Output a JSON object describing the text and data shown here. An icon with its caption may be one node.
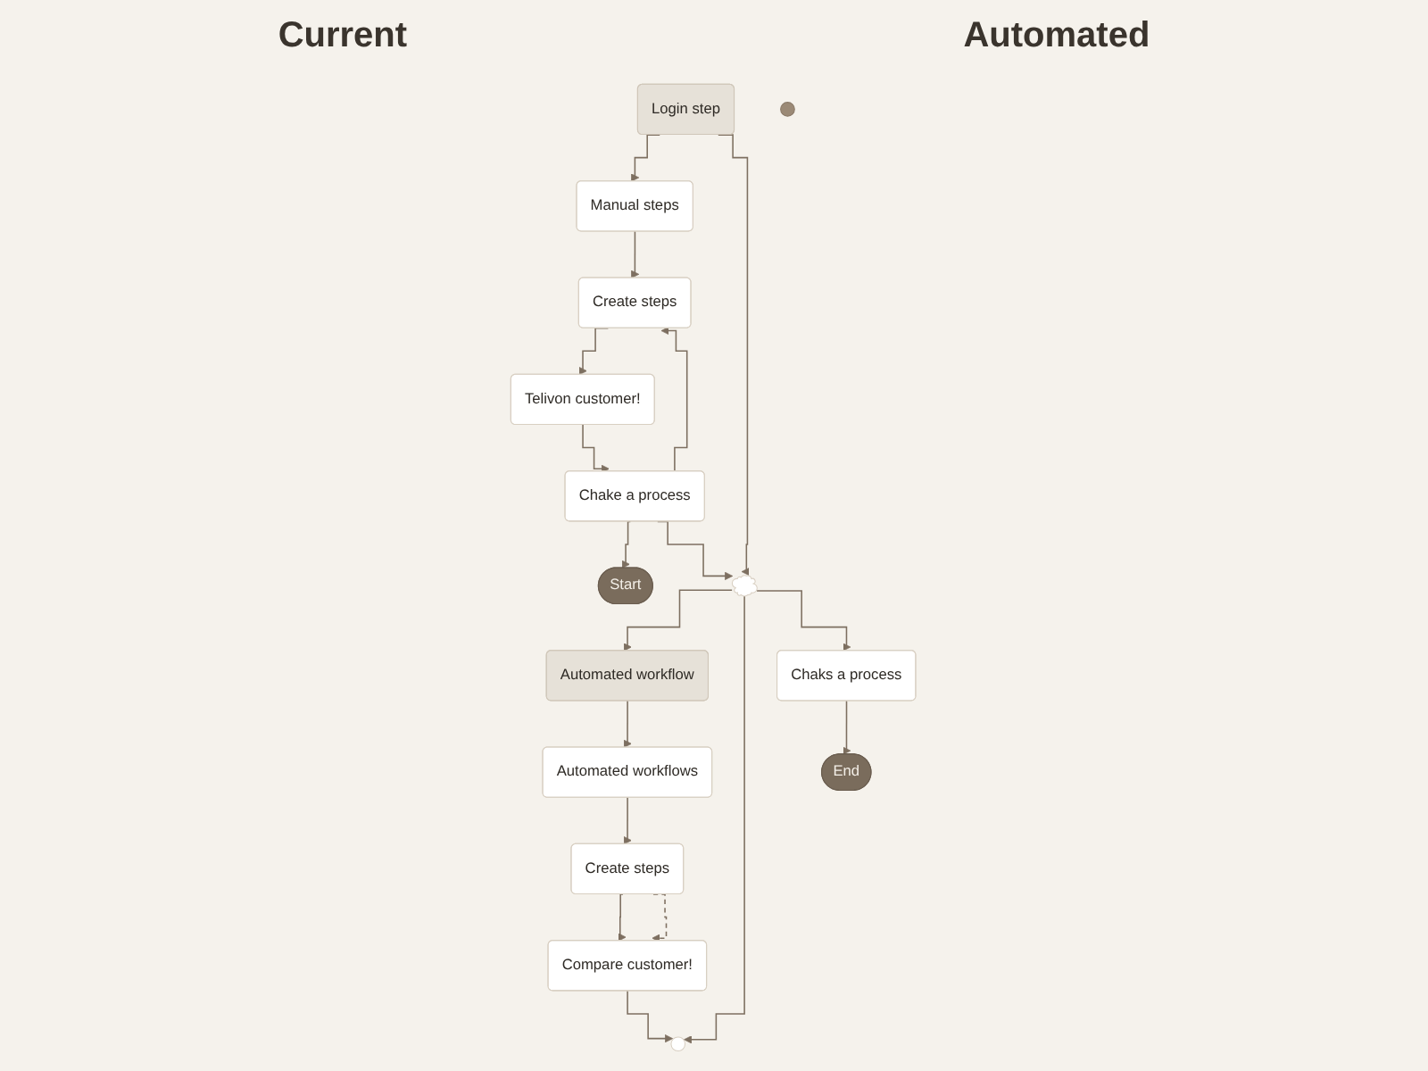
{
  "diagram": {
    "nodes": [
      {
        "text": [
          "Login step"
        ]
      },
      {
        "text": [
          "Manual steps"
        ]
      },
      {
        "text": [
          "Create steps"
        ]
      },
      {
        "text": [
          "Telivon customer!"
        ]
      },
      {
        "text": [
          "Chake a process"
        ]
      },
      {
        "text": [
          "Start"
        ]
      },
      {
        "text": [],
        "shape": "cloud"
      },
      {
        "text": [
          "Automated workflow"
        ]
      },
      {
        "text": [
          "Automated workflows"
        ]
      },
      {
        "text": [
          "Create steps"
        ]
      },
      {
        "text": [
          "Compare customer!"
        ]
      },
      {
        "text": [],
        "shape": "circle"
      },
      {
        "text": [
          "Chaks a process"
        ]
      },
      {
        "text": [
          "End"
        ]
      },
      {
        "text": [],
        "shape": "circle"
      }
    ],
    "edges": [
      {
        "from": 0,
        "to": 1,
        "arrow": "to"
      },
      {
        "from": 1,
        "to": 2,
        "arrow": "to"
      },
      {
        "from": 2,
        "to": 3,
        "arrow": "to"
      },
      {
        "from": 3,
        "to": 4,
        "arrow": "to"
      },
      {
        "from": 4,
        "to": 5,
        "arrow": "to"
      },
      {
        "from": 4,
        "to": 2,
        "arrow": "to"
      },
      {
        "from": 0,
        "to": 6,
        "arrow": "to"
      },
      {
        "from": 4,
        "to": 6,
        "arrow": "to"
      },
      {
        "from": 6,
        "to": 7,
        "arrow": "to"
      },
      {
        "from": 6,
        "to": 11,
        "arrow": "to"
      },
      {
        "from": 6,
        "to": 12,
        "arrow": "to"
      },
      {
        "from": 7,
        "to": 8,
        "arrow": "to"
      },
      {
        "from": 8,
        "to": 9,
        "arrow": "to"
      },
      {
        "from": 9,
        "to": 10,
        "arrow": "to"
      },
      {
        "from": 9,
        "to": 10,
        "arrow": "to",
        "style": "dashed"
      },
      {
        "from": 10,
        "to": 11,
        "arrow": "to"
      },
      {
        "from": 12,
        "to": 13,
        "arrow": "to"
      }
    ],
    "labels": [
      "Current",
      "Automated"
    ]
  }
}
